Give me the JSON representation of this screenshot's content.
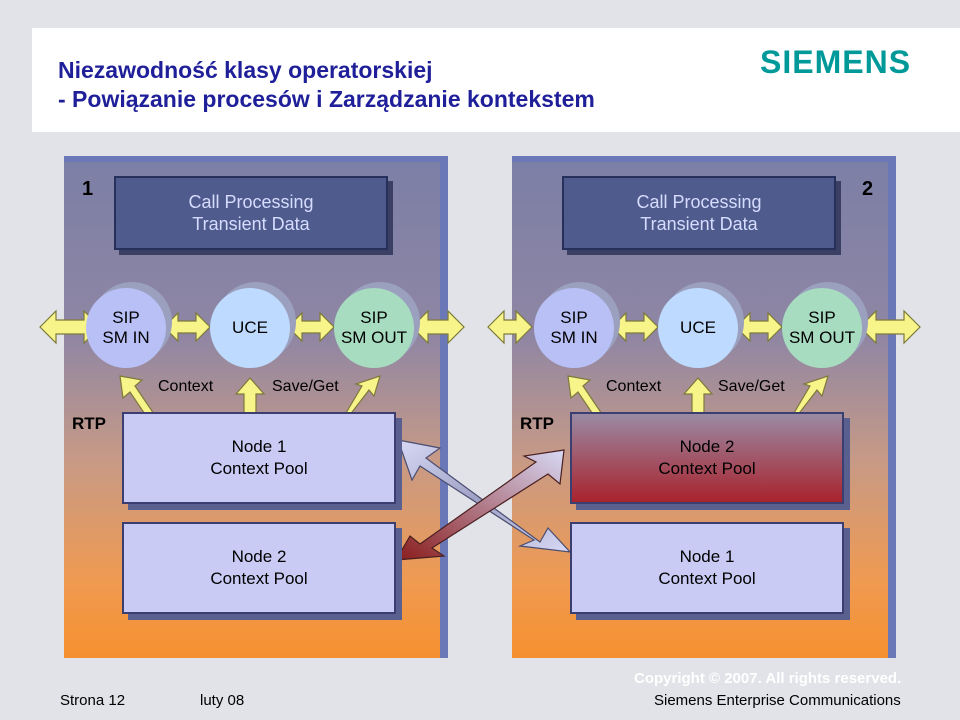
{
  "header": {
    "title_line1": "Niezawodność klasy operatorskiej",
    "title_line2": "- Powiązanie procesów i Zarządzanie kontekstem",
    "logo": "SIEMENS"
  },
  "left": {
    "number": "1",
    "transient_line1": "Call Processing",
    "transient_line2": "Transient Data",
    "sip_in": [
      "SIP",
      "SM IN"
    ],
    "uce": "UCE",
    "sip_out": [
      "SIP",
      "SM OUT"
    ],
    "context_label": "Context",
    "saveget_label": "Save/Get",
    "rtp": "RTP",
    "pool_top": [
      "Node 1",
      "Context Pool"
    ],
    "pool_bottom": [
      "Node 2",
      "Context Pool"
    ]
  },
  "right": {
    "number": "2",
    "transient_line1": "Call Processing",
    "transient_line2": "Transient Data",
    "sip_in": [
      "SIP",
      "SM IN"
    ],
    "uce": "UCE",
    "sip_out": [
      "SIP",
      "SM OUT"
    ],
    "context_label": "Context",
    "saveget_label": "Save/Get",
    "rtp": "RTP",
    "pool_top": [
      "Node 2",
      "Context Pool"
    ],
    "pool_bottom": [
      "Node 1",
      "Context Pool"
    ]
  },
  "footer": {
    "page": "Strona 12",
    "date": "luty 08",
    "copyright": "Copyright © 2007. All rights reserved.",
    "company": "Siemens Enterprise Communications"
  },
  "colors": {
    "title": "#1f1f9a",
    "logo": "#009999",
    "arrow_yellow": "#f7f48a",
    "arrow_dark_red": "#8a1c1c"
  }
}
